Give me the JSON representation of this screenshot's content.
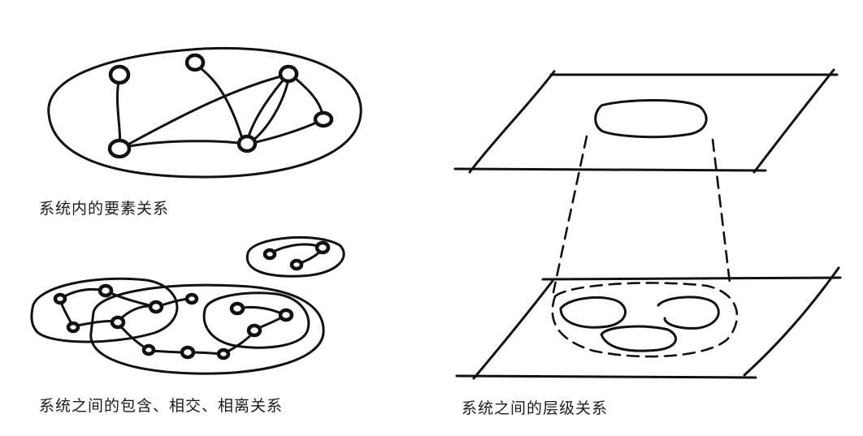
{
  "captions": {
    "internal": "系统内的要素关系",
    "between": "系统之间的包含、相交、相离关系",
    "levels": "系统之间的层级关系"
  },
  "colors": {
    "ink": "#111111",
    "background": "#ffffff"
  }
}
